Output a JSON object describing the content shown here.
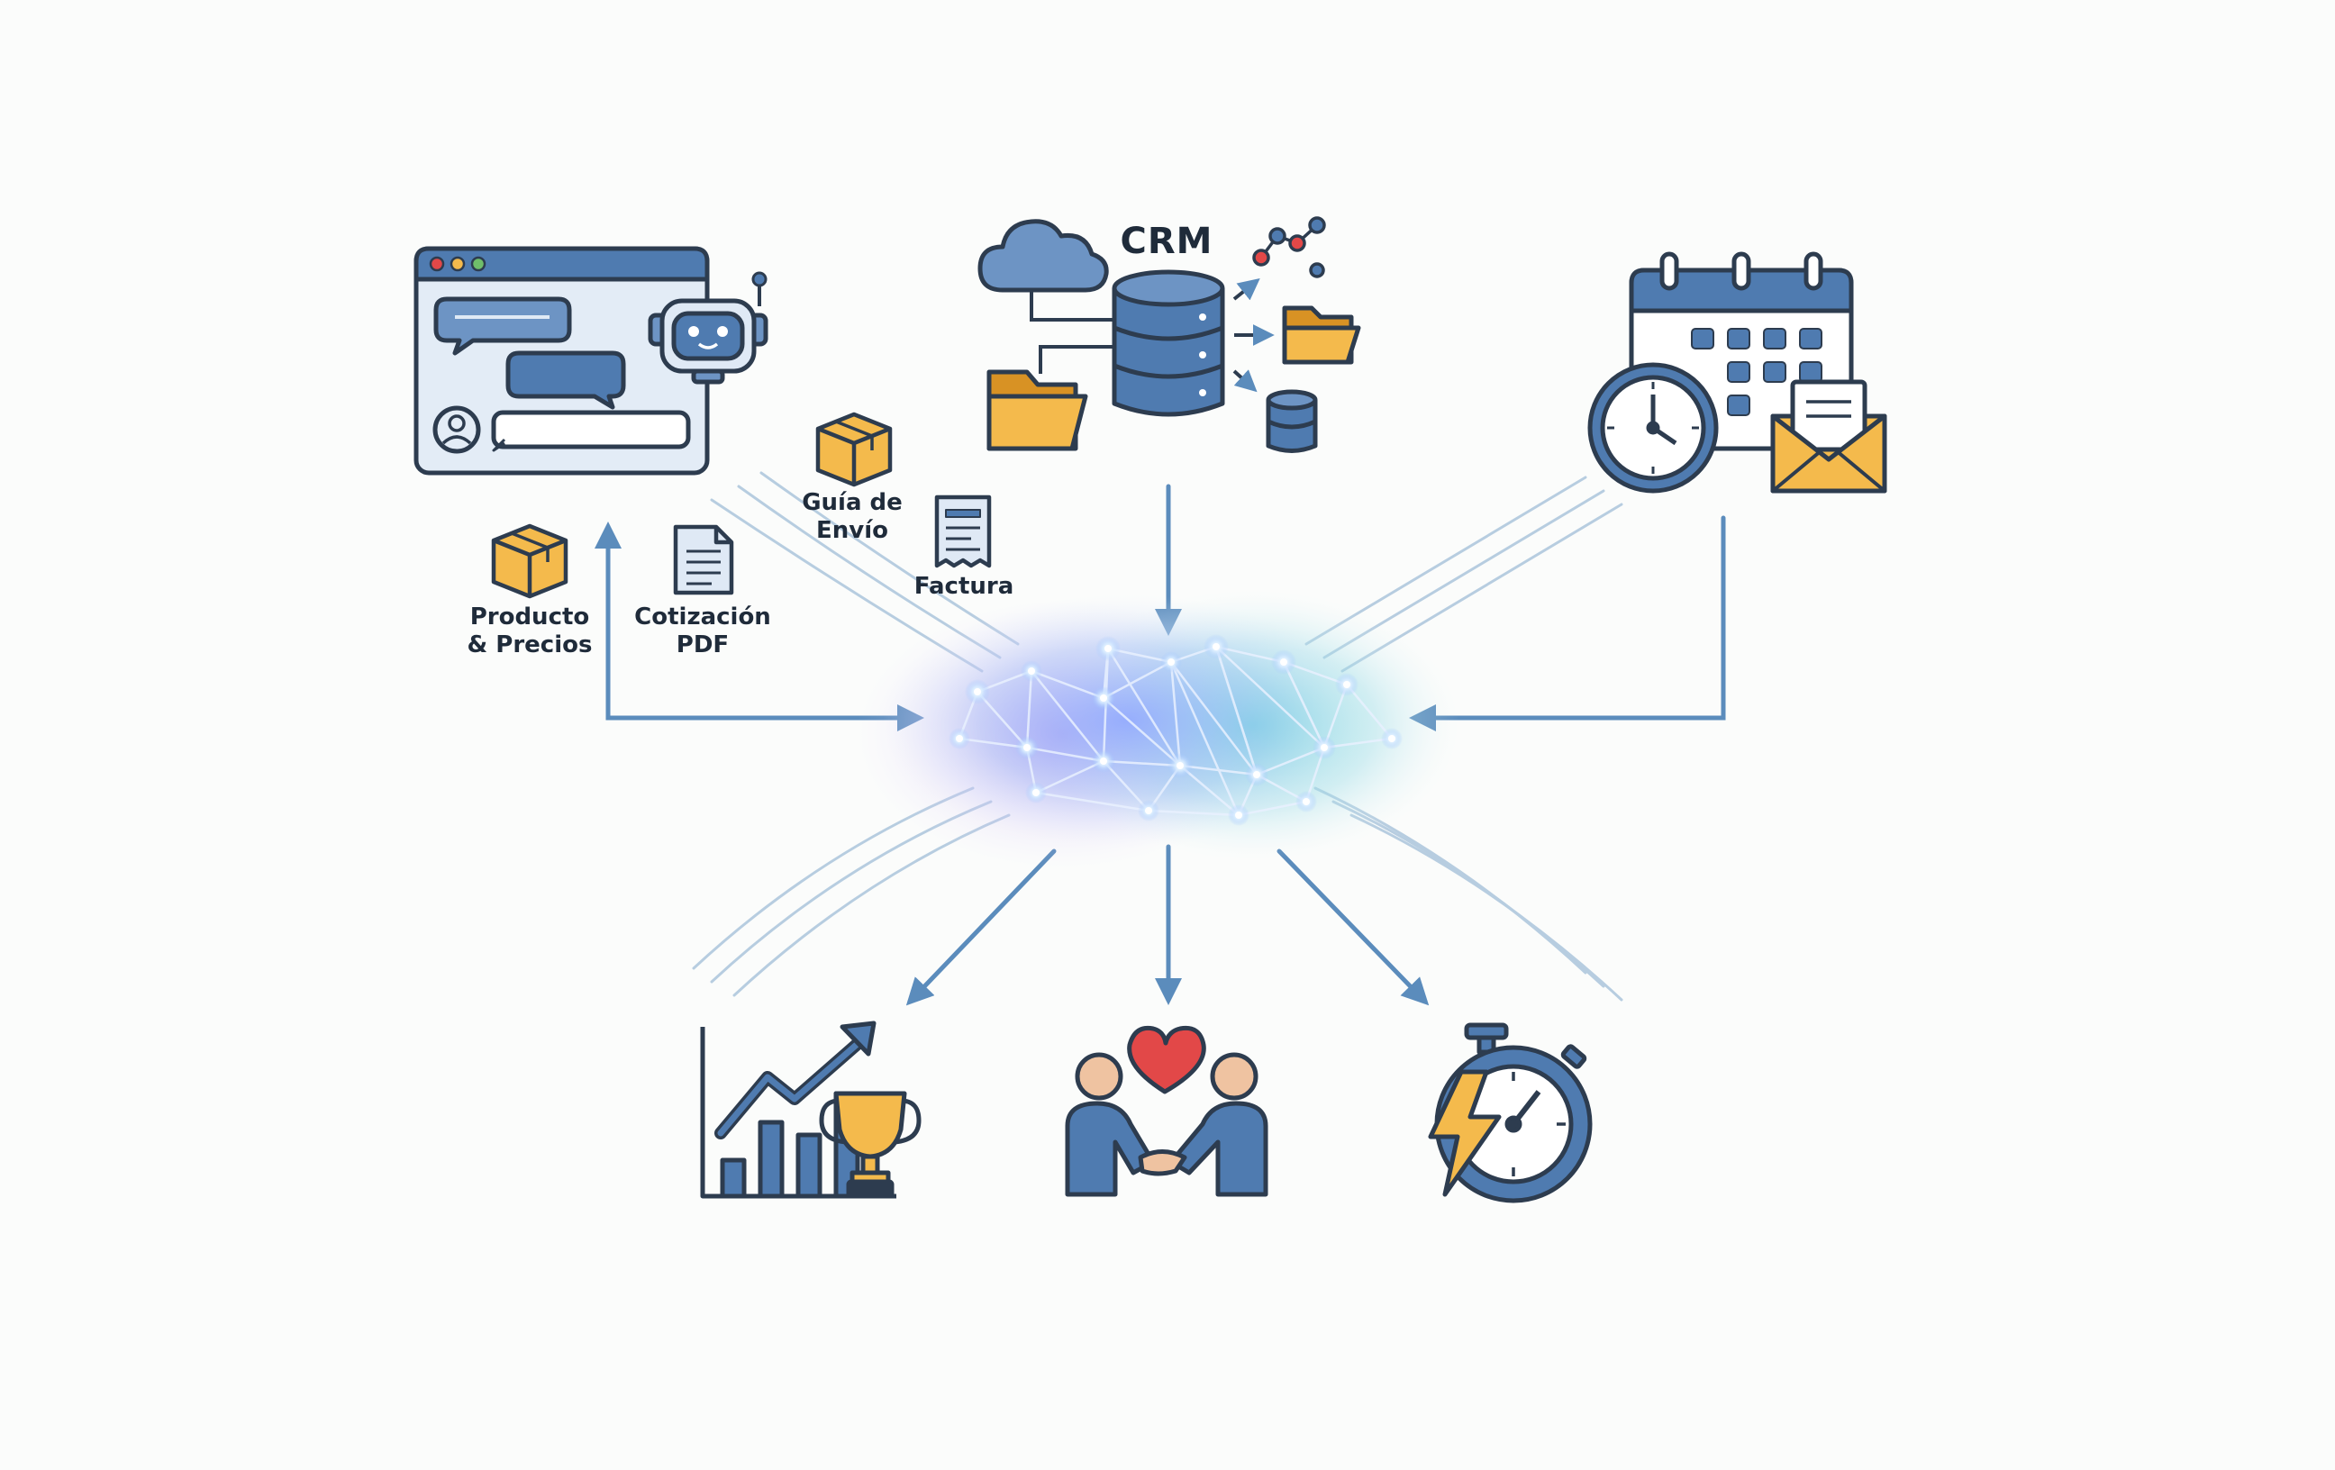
{
  "colors": {
    "outline": "#2d3c4f",
    "blue": "#4f7bb0",
    "blue_dark": "#3d6796",
    "light_blue": "#dfe9f5",
    "orange": "#f4ba4c",
    "orange_dark": "#d89224",
    "arrow": "#5b8cbc",
    "red": "#e24848",
    "skin": "#efc3a1"
  },
  "labels": {
    "crm": "CRM",
    "shipping_guide": "Guía de\nEnvío",
    "invoice": "Factura",
    "product_prices": "Producto\n& Precios",
    "quote_pdf": "Cotización\nPDF"
  },
  "icons": [
    "chat-window-icon",
    "robot-icon",
    "user-avatar-icon",
    "cloud-icon",
    "database-icon",
    "folder-icon",
    "network-graph-icon",
    "calendar-icon",
    "clock-icon",
    "envelope-icon",
    "box-icon",
    "document-icon",
    "receipt-icon",
    "ai-neural-network-icon",
    "growth-chart-icon",
    "trophy-icon",
    "handshake-icon",
    "heart-icon",
    "stopwatch-icon",
    "lightning-icon"
  ]
}
